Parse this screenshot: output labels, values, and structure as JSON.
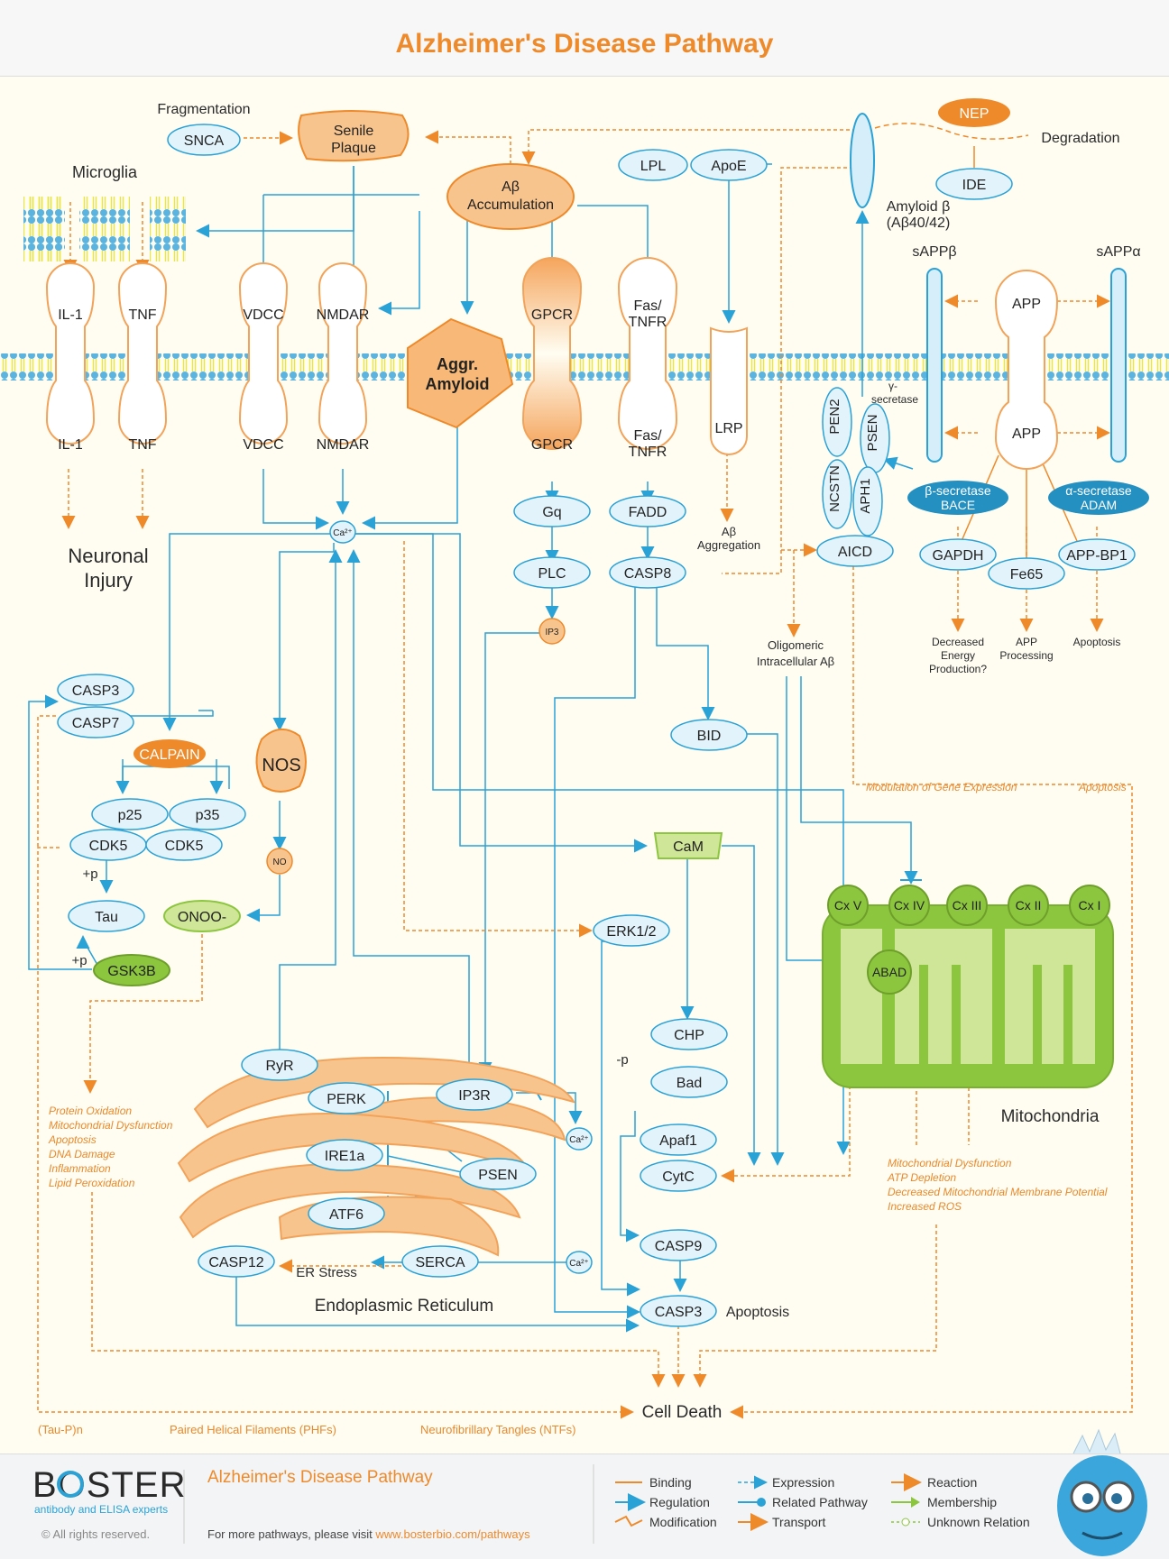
{
  "header": {
    "title": "Alzheimer's Disease Pathway"
  },
  "colors": {
    "title": "#ee8a2a",
    "blue": "#2aa2d6",
    "orange": "#f2a35a",
    "green": "#8cc63f",
    "node_fill": "#e2f3fb"
  },
  "labels": {
    "fragmentation": "Fragmentation",
    "microglia": "Microglia",
    "degradation": "Degradation",
    "amyloid_beta": "Amyloid β",
    "amyloid_beta_sub": "(Aβ40/42)",
    "sappb": "sAPPβ",
    "sappa": "sAPPα",
    "gamma_secretase_1": "γ-",
    "gamma_secretase_2": "secretase",
    "neuronal_1": "Neuronal",
    "neuronal_2": "Injury",
    "ab_aggregation_1": "Aβ",
    "ab_aggregation_2": "Aggregation",
    "oligomeric_1": "Oligomeric",
    "oligomeric_2": "Intracellular Aβ",
    "decreased_1": "Decreased",
    "decreased_2": "Energy",
    "decreased_3": "Production?",
    "app_proc_1": "APP",
    "app_proc_2": "Processing",
    "apoptosis_small": "Apoptosis",
    "modulation": "Modulation of Gene Expression",
    "apoptosis_it": "Apoptosis",
    "plus_p1": "+p",
    "plus_p2": "+p",
    "minus_p": "-p",
    "mitochondria": "Mitochondria",
    "er": "Endoplasmic Reticulum",
    "er_stress": "ER Stress",
    "apoptosis_label": "Apoptosis",
    "cell_death": "Cell Death",
    "taup": "(Tau-P)n",
    "phf": "Paired Helical Filaments (PHFs)",
    "ntf": "Neurofibrillary Tangles (NTFs)",
    "left_effects": [
      "Protein Oxidation",
      "Mitochondrial Dysfunction",
      "Apoptosis",
      "DNA Damage",
      "Inflammation",
      "Lipid Peroxidation"
    ],
    "mito_effects": [
      "Mitochondrial Dysfunction",
      "ATP Depletion",
      "Decreased Mitochondrial Membrane Potential",
      "Increased ROS"
    ]
  },
  "nodes": {
    "snca": "SNCA",
    "senile_1": "Senile",
    "senile_2": "Plaque",
    "abacc_1": "Aβ",
    "abacc_2": "Accumulation",
    "lpl": "LPL",
    "apoe": "ApoE",
    "nep": "NEP",
    "ide": "IDE",
    "il1": "IL-1",
    "tnf": "TNF",
    "vdcc": "VDCC",
    "nmdar": "NMDAR",
    "aggr_1": "Aggr.",
    "aggr_2": "Amyloid",
    "gpcr": "GPCR",
    "fas_1": "Fas/",
    "fas_2": "TNFR",
    "lrp": "LRP",
    "app": "APP",
    "pen2": "PEN2",
    "psen": "PSEN",
    "ncstn": "NCSTN",
    "aph1": "APH1",
    "bsec_1": "β-secretase",
    "bsec_2": "BACE",
    "asec_1": "α-secretase",
    "asec_2": "ADAM",
    "gq": "Gq",
    "plc": "PLC",
    "ip3": "IP3",
    "fadd": "FADD",
    "casp8": "CASP8",
    "aicd": "AICD",
    "gapdh": "GAPDH",
    "fe65": "Fe65",
    "appbp1": "APP-BP1",
    "ca": "Ca²⁺",
    "casp3": "CASP3",
    "casp7": "CASP7",
    "calpain": "CALPAIN",
    "p25": "p25",
    "p35": "p35",
    "cdk5": "CDK5",
    "tau": "Tau",
    "gsk3b": "GSK3B",
    "nos": "NOS",
    "no": "NO",
    "onoo": "ONOO-",
    "bid": "BID",
    "cam": "CaM",
    "erk": "ERK1/2",
    "chp": "CHP",
    "bad": "Bad",
    "cx5": "Cx V",
    "cx4": "Cx IV",
    "cx3": "Cx III",
    "cx2": "Cx II",
    "cx1": "Cx I",
    "abad": "ABAD",
    "ryr": "RyR",
    "perk": "PERK",
    "ip3r": "IP3R",
    "ire1a": "IRE1a",
    "psen_er": "PSEN",
    "atf6": "ATF6",
    "casp12": "CASP12",
    "serca": "SERCA",
    "apaf1": "Apaf1",
    "cytc": "CytC",
    "casp9": "CASP9"
  },
  "footer": {
    "brand": "BOSTER",
    "tagline": "antibody and ELISA experts",
    "rights": "© All rights reserved.",
    "title": "Alzheimer's Disease Pathway",
    "more": "For more pathways, please visit ",
    "url": "www.bosterbio.com/pathways",
    "legend": [
      "Binding",
      "Regulation",
      "Modification",
      "Expression",
      "Related Pathway",
      "Transport",
      "Reaction",
      "Membership",
      "Unknown Relation"
    ]
  }
}
